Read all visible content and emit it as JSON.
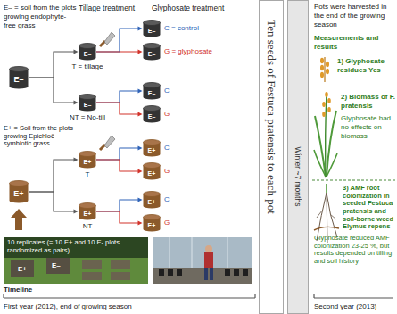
{
  "diagram": {
    "nodes": [
      {
        "text": [
          "E–"
        ]
      },
      {
        "text": [
          "E–",
          "T = tillage"
        ]
      },
      {
        "text": [
          "E–",
          "C = control"
        ]
      },
      {
        "text": [
          "E–",
          "G = glyphosate"
        ]
      },
      {
        "text": [
          "E–",
          "NT = No-till"
        ]
      },
      {
        "text": [
          "E–",
          "C"
        ]
      },
      {
        "text": [
          "E–",
          "G"
        ]
      },
      {
        "text": [
          "E+"
        ]
      },
      {
        "text": [
          "E+",
          "T"
        ]
      },
      {
        "text": [
          "E+",
          "C"
        ]
      },
      {
        "text": [
          "E+",
          "G"
        ]
      },
      {
        "text": [
          "E+",
          "NT"
        ]
      },
      {
        "text": [
          "E+",
          "C"
        ]
      },
      {
        "text": [
          "E+",
          "G"
        ]
      },
      {
        "text": [
          "Ten seeds of Festuca pratensis to each pot"
        ]
      },
      {
        "text": [
          "Winter ~7 months"
        ]
      }
    ],
    "edges": [
      {
        "from": 0,
        "to": 1,
        "arrow": "to"
      },
      {
        "from": 0,
        "to": 4,
        "arrow": "to"
      },
      {
        "from": 1,
        "to": 2,
        "arrow": "to"
      },
      {
        "from": 1,
        "to": 3,
        "arrow": "to"
      },
      {
        "from": 4,
        "to": 5,
        "arrow": "to"
      },
      {
        "from": 4,
        "to": 6,
        "arrow": "to"
      },
      {
        "from": 7,
        "to": 8,
        "arrow": "to"
      },
      {
        "from": 7,
        "to": 11,
        "arrow": "to"
      },
      {
        "from": 8,
        "to": 9,
        "arrow": "to"
      },
      {
        "from": 8,
        "to": 10,
        "arrow": "to"
      },
      {
        "from": 11,
        "to": 12,
        "arrow": "to"
      },
      {
        "from": 11,
        "to": 13,
        "arrow": "to"
      }
    ],
    "labels": [
      "E– = soil from the plots growing endophyte-free grass",
      "Tillage treatment",
      "Glyphosate treatment",
      "E+ = Soil from the plots growing Epichloë symbiotic grass",
      "10 replicates (= 10 E+ and 10 E- plots randomized as pairs)",
      "E+",
      "E–",
      "Pots were harvested in the end of the growing season",
      "Measurements and results",
      "1) Glyphosate residues Yes",
      "2) Biomass of F. pratensis",
      "Glyphosate had no effects on biomass",
      "3) AMF root colonization in seeded Festuca pratensis and soil-borne weed Elymus repens",
      "Glyphosate reduced AMF colonization 23-25 %, but results depended on tilling and soil history",
      "Timeline",
      "First year (2012), end of growing season",
      "Second year (2013)"
    ]
  }
}
